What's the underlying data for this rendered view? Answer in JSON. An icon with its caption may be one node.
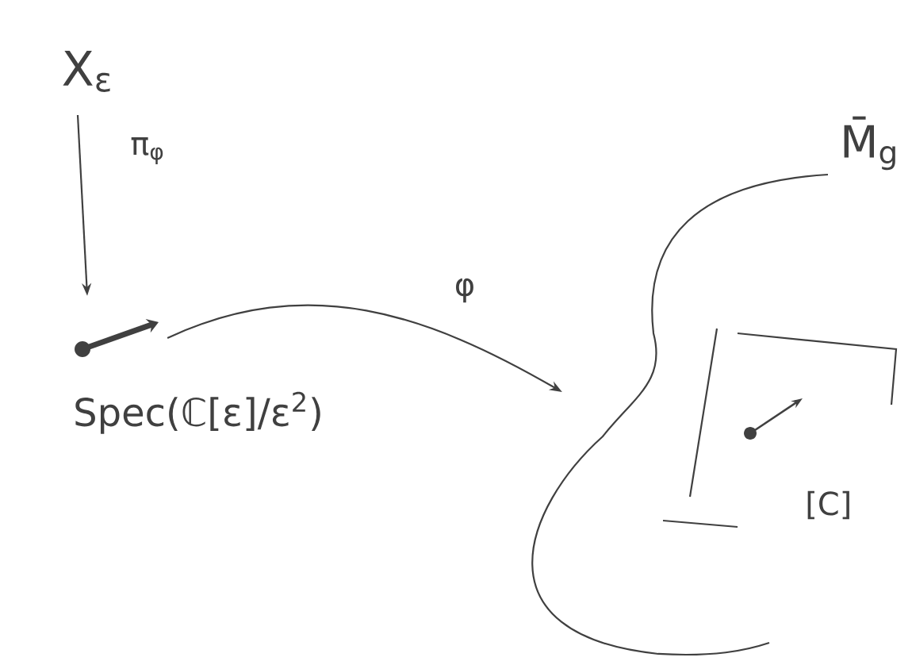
{
  "diagram": {
    "nodes": [
      {
        "text": [
          "X$_{ε}$"
        ]
      },
      {
        "text": [],
        "shape": "picture",
        "beside": [
          "Spec(ℂ[ε]/ε$^{2}$)"
        ]
      },
      {
        "text": [
          "M̄$_{g}$"
        ]
      },
      {
        "text": [
          "[C]"
        ],
        "in": 2
      }
    ],
    "edges": [
      {
        "from": 0,
        "to": 1,
        "arrow": "to",
        "label": "π$_{φ}$"
      },
      {
        "from": 1,
        "to": 2,
        "arrow": "to",
        "label": "φ"
      }
    ]
  }
}
